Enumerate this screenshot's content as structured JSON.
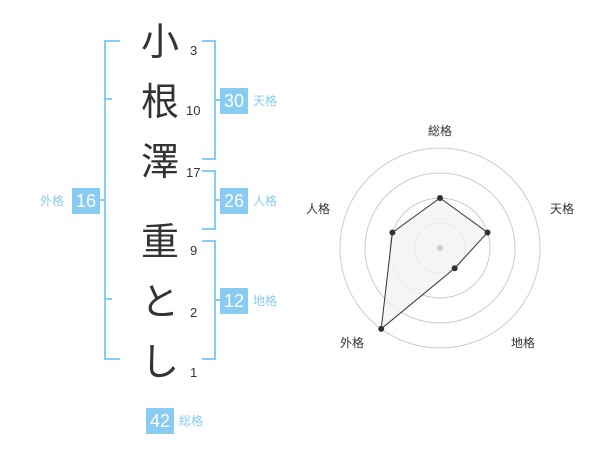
{
  "name": {
    "characters": [
      {
        "char": "小",
        "strokes": "3"
      },
      {
        "char": "根",
        "strokes": "10"
      },
      {
        "char": "澤",
        "strokes": "17"
      },
      {
        "char": "重",
        "strokes": "9"
      },
      {
        "char": "と",
        "strokes": "2"
      },
      {
        "char": "し",
        "strokes": "1"
      }
    ]
  },
  "fortunes": {
    "tenkaku": {
      "value": "30",
      "label": "天格"
    },
    "jinkaku": {
      "value": "26",
      "label": "人格"
    },
    "chikaku": {
      "value": "12",
      "label": "地格"
    },
    "gaikaku": {
      "value": "16",
      "label": "外格"
    },
    "soukaku": {
      "value": "42",
      "label": "総格"
    }
  },
  "chart_data": {
    "type": "radar",
    "axes": [
      "総格",
      "天格",
      "地格",
      "外格",
      "人格"
    ],
    "levels": 4,
    "values": [
      2,
      2,
      1,
      4,
      2
    ],
    "max": 4,
    "colors": {
      "stroke": "#333333",
      "fill": "#f2f2f2",
      "grid": "#cccccc",
      "point": "#333333",
      "center": "#cccccc"
    }
  },
  "colors": {
    "accent": "#88ccf1",
    "text": "#333333"
  }
}
